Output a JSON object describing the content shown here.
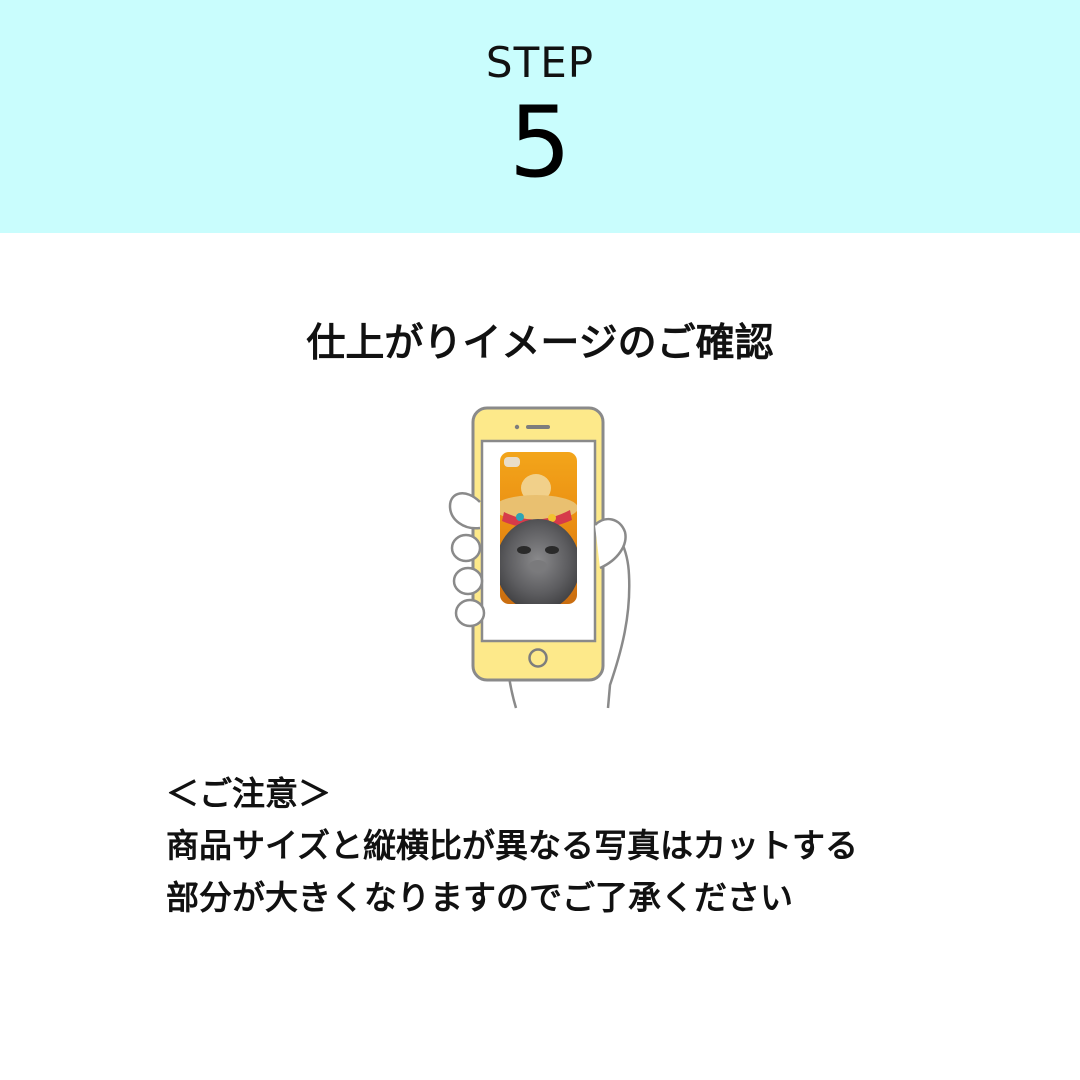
{
  "header": {
    "step_label": "STEP",
    "step_number": "5",
    "background_color": "#c9fdfd"
  },
  "main": {
    "heading": "仕上がりイメージのご確認",
    "illustration": {
      "icon": "hand-holding-smartphone-icon",
      "phone_color": "#fde98a",
      "case_image": "cat-with-sombrero-phone-case"
    }
  },
  "notice": {
    "title": "＜ご注意＞",
    "line1": "商品サイズと縦横比が異なる写真はカットする",
    "line2": "部分が大きくなりますのでご了承ください"
  }
}
